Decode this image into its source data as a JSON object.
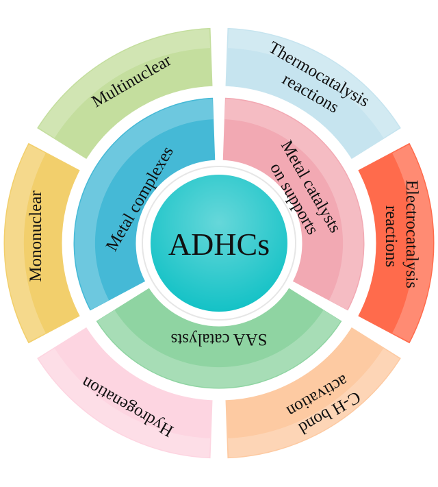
{
  "center": {
    "label": "ADHCs",
    "color": "#14c2c6"
  },
  "inner_ring": [
    {
      "label_lines": [
        "Metal catalysts",
        "on supports"
      ],
      "color": "#f2a9b3",
      "start": 2,
      "end": 118
    },
    {
      "label_lines": [
        "SAA catalysts"
      ],
      "color": "#8fd4a2",
      "start": 122,
      "end": 238
    },
    {
      "label_lines": [
        "Metal complexes"
      ],
      "color": "#45b9d6",
      "start": 242,
      "end": 358
    }
  ],
  "outer_ring": [
    {
      "label_lines": [
        "Thermocatalysis",
        "reactions"
      ],
      "color": "#c6e4ef",
      "start": 2,
      "end": 58
    },
    {
      "label_lines": [
        "Electrocatalysis",
        "reactions"
      ],
      "color": "#ff6b4c",
      "start": 62,
      "end": 118
    },
    {
      "label_lines": [
        "C-H bond",
        "activation"
      ],
      "color": "#fdcaa2",
      "start": 122,
      "end": 178
    },
    {
      "label_lines": [
        "Hydrogenation"
      ],
      "color": "#fdd5e1",
      "start": 182,
      "end": 238
    },
    {
      "label_lines": [
        "Mononuclear"
      ],
      "color": "#f2cf6c",
      "start": 242,
      "end": 298
    },
    {
      "label_lines": [
        "Multinuclear"
      ],
      "color": "#c4de9e",
      "start": 302,
      "end": 358
    }
  ]
}
